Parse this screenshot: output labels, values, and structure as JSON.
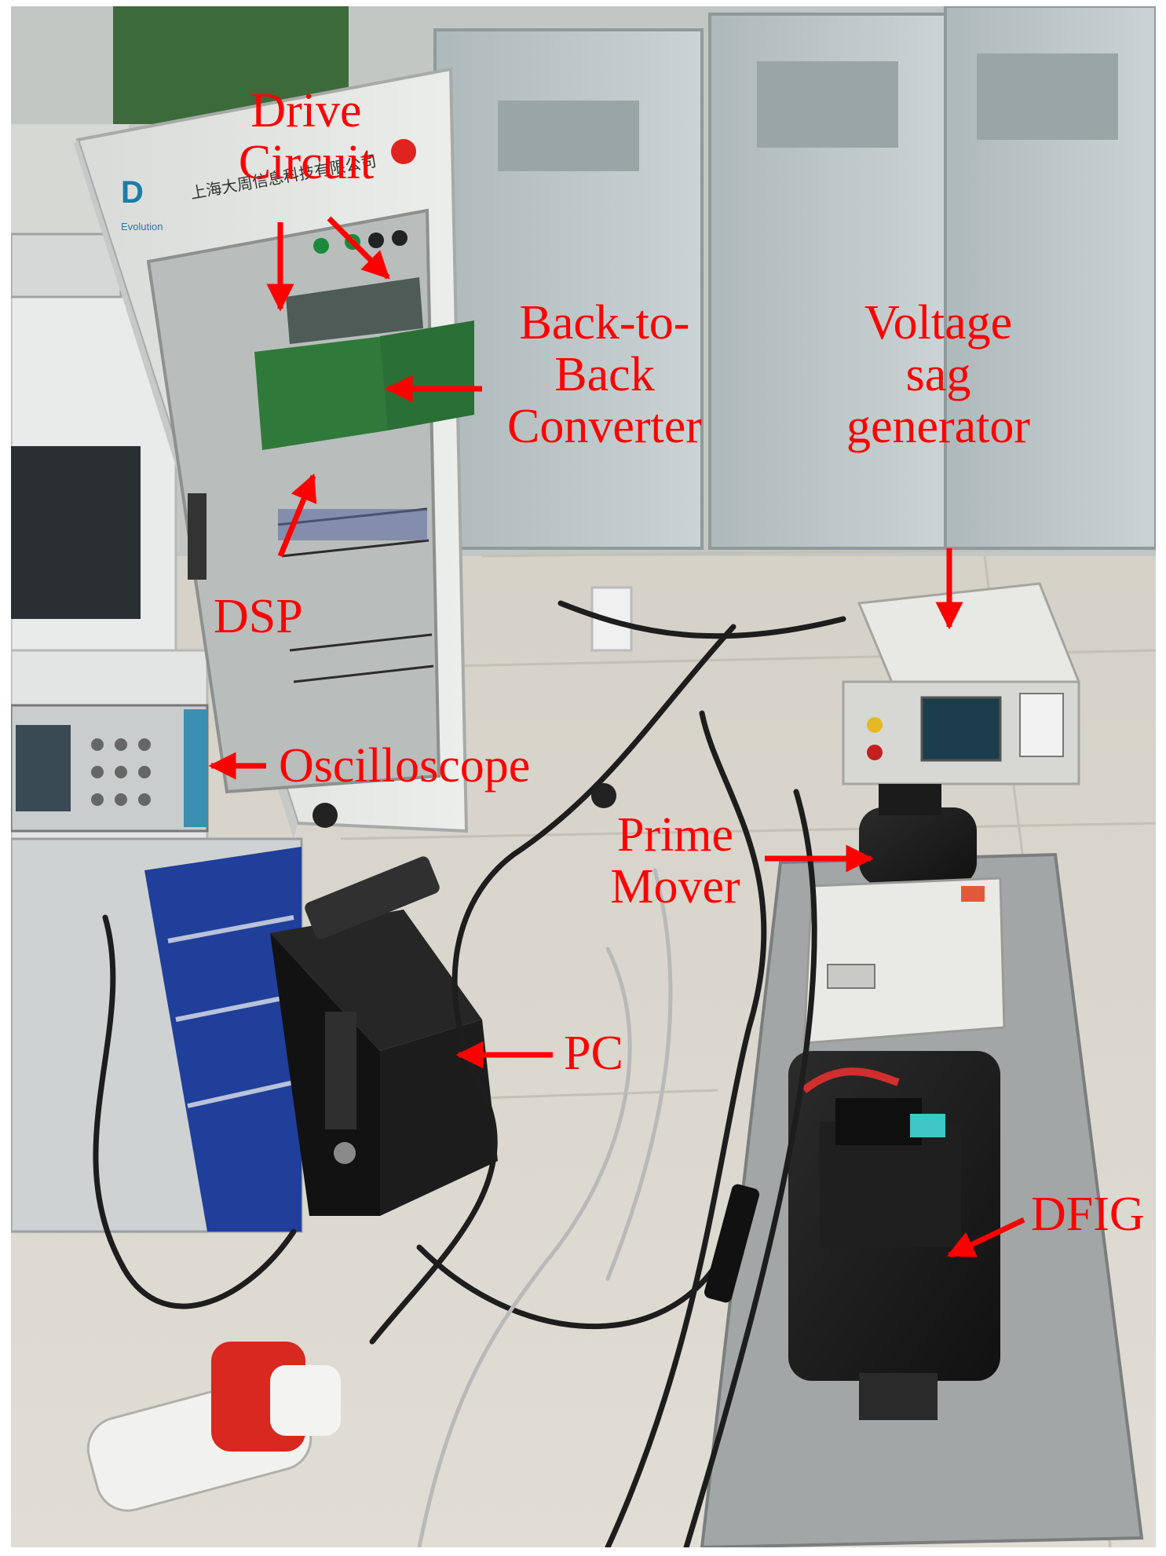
{
  "labels": {
    "drive_circuit": [
      "Drive",
      "Circuit"
    ],
    "back_to_back": [
      "Back-to-",
      "Back",
      "Converter"
    ],
    "voltage_sag": [
      "Voltage",
      "sag",
      "generator"
    ],
    "dsp": "DSP",
    "oscilloscope": "Oscilloscope",
    "prime_mover": [
      "Prime",
      "Mover"
    ],
    "pc": "PC",
    "dfig": "DFIG"
  },
  "cabinet_text": {
    "brand_logo": "Evolution",
    "company": "上海大周信息科技有限公司"
  },
  "colors": {
    "annotation": "#ff0000",
    "floor": "#d9d6cc",
    "cabinet": "#e4e5e3",
    "pcb": "#2f7a3b"
  }
}
